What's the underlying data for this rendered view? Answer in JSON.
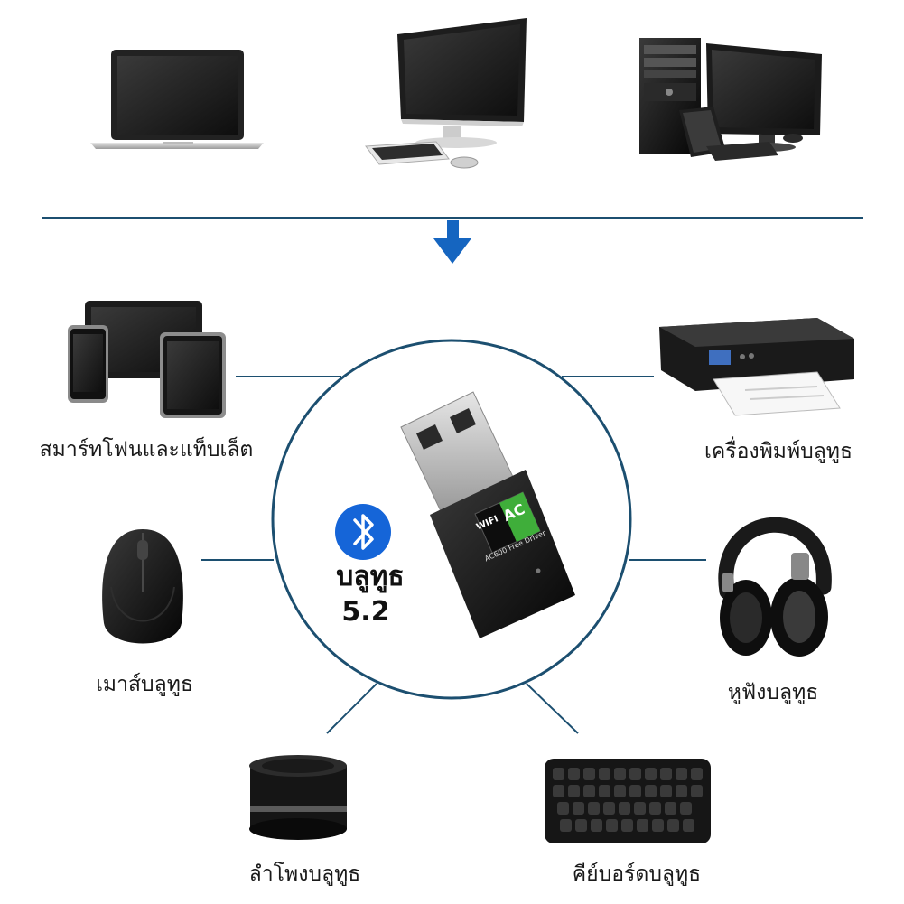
{
  "labels": {
    "smartphone_tablet": "สมาร์ทโฟนและแท็บเล็ต",
    "printer": "เครื่องพิมพ์บลูทูธ",
    "mouse": "เมาส์บลูทูธ",
    "headphones": "หูฟังบลูทูธ",
    "speaker": "ลำโพงบลูทูธ",
    "keyboard": "คีย์บอร์ดบลูทูธ"
  },
  "bluetooth": {
    "word": "บลูทูธ",
    "version": "5.2"
  },
  "adapter": {
    "badge_wifi": "WIFI",
    "badge_ac": "AC",
    "model_text": "AC600 Free Driver"
  },
  "colors": {
    "line": "#1c4f70",
    "arrow": "#1565c0",
    "badge_green": "#3fae3a",
    "bluetooth_blue": "#1565d8"
  },
  "icons": {
    "laptop": "laptop-icon",
    "monitor": "monitor-icon",
    "desktop": "desktop-pc-icon",
    "arrow": "arrow-down-icon",
    "phone_tablet": "phone-tablet-icon",
    "printer": "printer-icon",
    "mouse": "mouse-icon",
    "headphones": "headphones-icon",
    "speaker": "speaker-icon",
    "keyboard": "keyboard-icon",
    "bluetooth": "bluetooth-icon",
    "adapter": "usb-adapter-icon"
  }
}
